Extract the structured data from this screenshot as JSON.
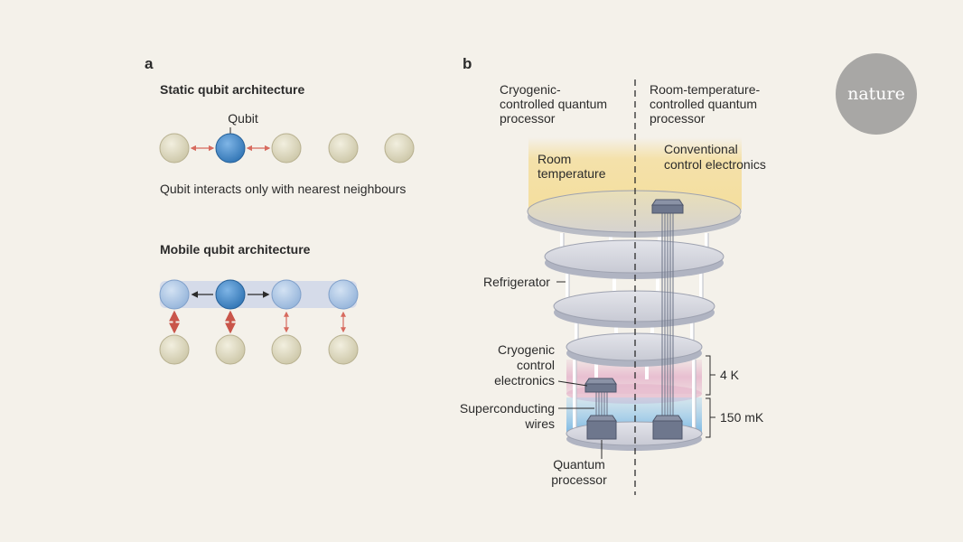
{
  "panel_a": {
    "letter": "a",
    "static": {
      "title": "Static qubit architecture",
      "qubit_label": "Qubit",
      "caption": "Qubit interacts only with nearest neighbours"
    },
    "mobile": {
      "title": "Mobile qubit architecture"
    }
  },
  "panel_b": {
    "letter": "b",
    "left_header": [
      "Cryogenic-",
      "controlled quantum",
      "processor"
    ],
    "right_header": [
      "Room-temperature-",
      "controlled quantum",
      "processor"
    ],
    "room_temperature": [
      "Room",
      "temperature"
    ],
    "conventional": [
      "Conventional",
      "control electronics"
    ],
    "refrigerator": "Refrigerator",
    "cryogenic": [
      "Cryogenic",
      "control",
      "electronics"
    ],
    "superconducting": [
      "Superconducting",
      "wires"
    ],
    "quantum_processor": [
      "Quantum",
      "processor"
    ],
    "temp_4k": "4 K",
    "temp_150mk": "150 mK"
  },
  "logo": {
    "text": "nature"
  },
  "colors": {
    "background": "#f4f1ea",
    "qubit_beige": "#d9d4b8",
    "qubit_blue": "#3b87c8",
    "qubit_light_blue": "#a9c4e3",
    "arrow_red": "#d76a5e",
    "warm_zone": "#f4dc95",
    "zone_4k": "#e6b6cc",
    "zone_150mk": "#8ec4e8",
    "logo_grey": "#a8a7a5"
  }
}
